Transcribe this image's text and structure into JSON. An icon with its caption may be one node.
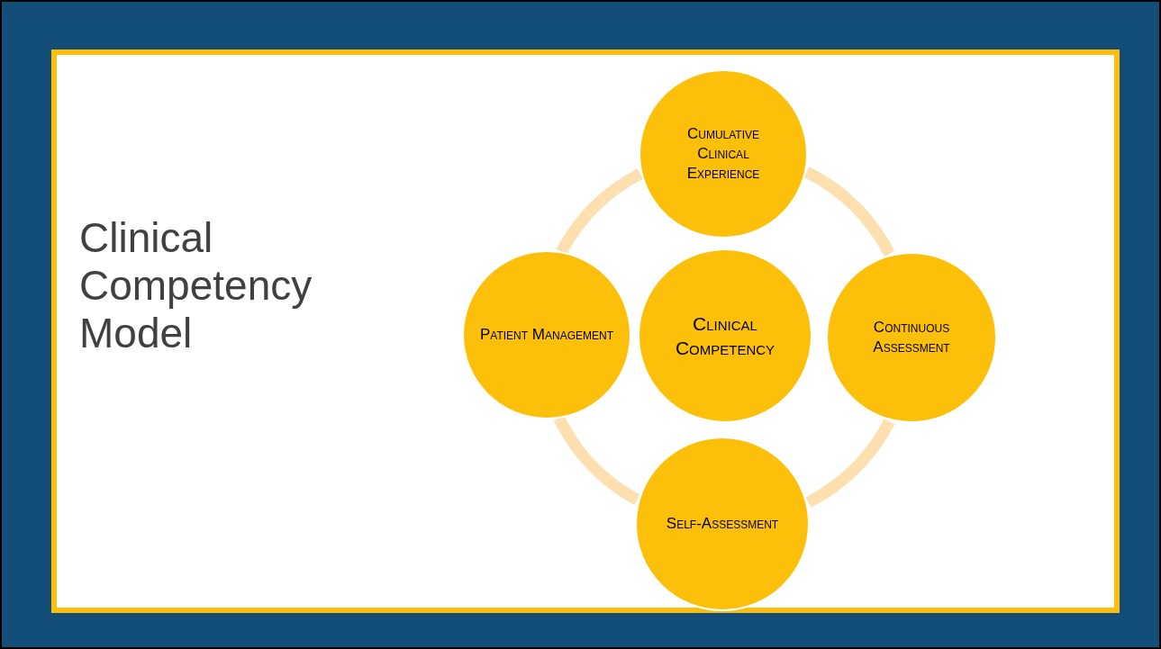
{
  "diagram": {
    "title": "Clinical Competency Model",
    "nodes": [
      {
        "text": [
          "Cumulative Clinical Experience"
        ]
      },
      {
        "text": [
          "Patient Management"
        ]
      },
      {
        "text": [
          "Clinical Competency"
        ]
      },
      {
        "text": [
          "Continuous Assessment"
        ]
      },
      {
        "text": [
          "Self-Assessment"
        ]
      }
    ],
    "edges": [
      {
        "from": 0,
        "to": 3,
        "arrow": "none"
      },
      {
        "from": 3,
        "to": 4,
        "arrow": "none"
      },
      {
        "from": 4,
        "to": 1,
        "arrow": "none"
      },
      {
        "from": 1,
        "to": 0,
        "arrow": "none"
      }
    ]
  }
}
